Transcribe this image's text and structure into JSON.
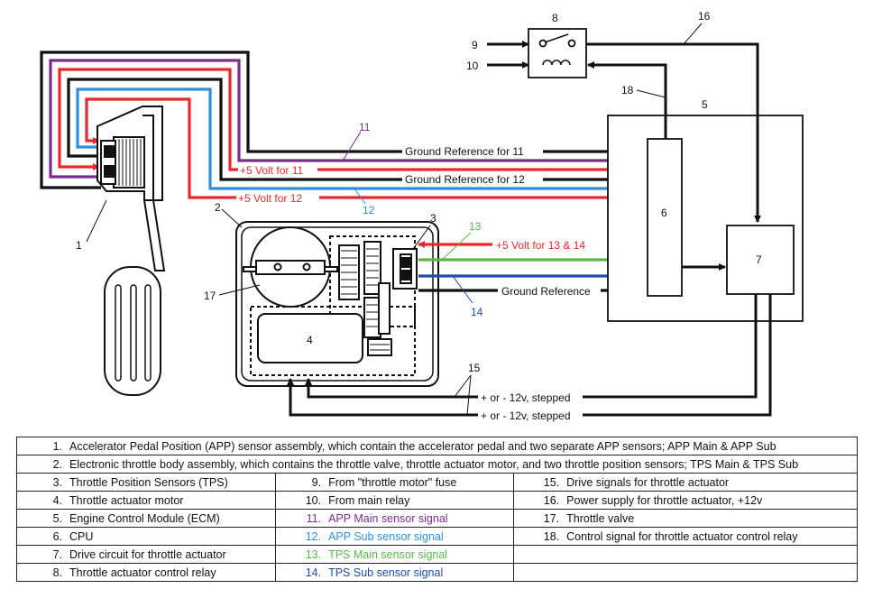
{
  "colors": {
    "black": "#111111",
    "red": "#e8282b",
    "purple": "#7b2d8e",
    "light_blue": "#2f8fd8",
    "green": "#58b847",
    "dark_blue": "#1f4fa0"
  },
  "diagram": {
    "callouts": {
      "c1": "1",
      "c2": "2",
      "c3": "3",
      "c4": "4",
      "c5": "5",
      "c6": "6",
      "c7": "7",
      "c8": "8",
      "c9": "9",
      "c10": "10",
      "c11": "11",
      "c12": "12",
      "c13": "13",
      "c14": "14",
      "c15": "15",
      "c16": "16",
      "c17": "17",
      "c18": "18"
    },
    "wire_labels": {
      "gnd11": "Ground Reference for 11",
      "v5_11": "+5 Volt for 11",
      "gnd12": "Ground Reference for 12",
      "v5_12": "+5 Volt for 12",
      "v5_1314": "+5 Volt for 13 & 14",
      "gnd_tps": "Ground Reference",
      "drive_a": "+ or - 12v, stepped",
      "drive_b": "+ or - 12v, stepped"
    }
  },
  "legend": {
    "wide_rows": [
      {
        "num": "1.",
        "text": "Accelerator Pedal Position (APP) sensor assembly, which contain the accelerator pedal and two separate APP sensors; APP Main & APP Sub"
      },
      {
        "num": "2.",
        "text": "Electronic throttle body assembly, which contains the throttle valve, throttle actuator motor, and two throttle position sensors; TPS Main & TPS Sub"
      }
    ],
    "grid_rows": [
      [
        {
          "num": "3.",
          "text": "Throttle Position Sensors (TPS)",
          "color": "black"
        },
        {
          "num": "9.",
          "text": "From \"throttle motor\" fuse",
          "color": "black"
        },
        {
          "num": "15.",
          "text": "Drive signals for throttle actuator",
          "color": "black"
        }
      ],
      [
        {
          "num": "4.",
          "text": "Throttle actuator motor",
          "color": "black"
        },
        {
          "num": "10.",
          "text": "From main relay",
          "color": "black"
        },
        {
          "num": "16.",
          "text": "Power supply for throttle actuator, +12v",
          "color": "black"
        }
      ],
      [
        {
          "num": "5.",
          "text": "Engine Control Module (ECM)",
          "color": "black"
        },
        {
          "num": "11.",
          "text": "APP Main sensor signal",
          "color": "purple"
        },
        {
          "num": "17.",
          "text": "Throttle valve",
          "color": "black"
        }
      ],
      [
        {
          "num": "6.",
          "text": "CPU",
          "color": "black"
        },
        {
          "num": "12.",
          "text": "APP Sub sensor signal",
          "color": "lblue"
        },
        {
          "num": "18.",
          "text": "Control signal for throttle actuator control relay",
          "color": "black"
        }
      ],
      [
        {
          "num": "7.",
          "text": "Drive circuit for throttle actuator",
          "color": "black"
        },
        {
          "num": "13.",
          "text": "TPS Main sensor signal",
          "color": "green"
        },
        {
          "num": "",
          "text": "",
          "color": "black"
        }
      ],
      [
        {
          "num": "8.",
          "text": "Throttle actuator control relay",
          "color": "black"
        },
        {
          "num": "14.",
          "text": "TPS Sub sensor signal",
          "color": "dblue"
        },
        {
          "num": "",
          "text": "",
          "color": "black"
        }
      ]
    ]
  }
}
